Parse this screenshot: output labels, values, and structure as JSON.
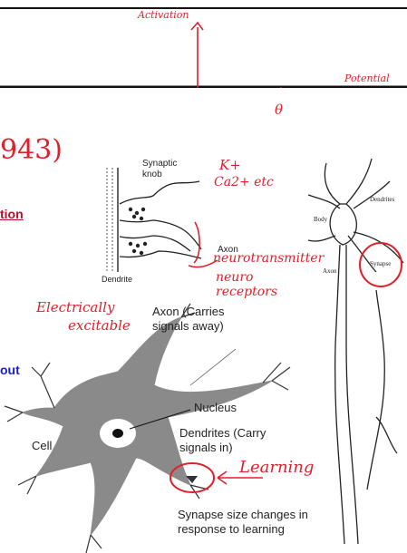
{
  "top_panel": {
    "y_axis_label": "Activation",
    "x_axis_label": "Potential",
    "origin_label": "θ"
  },
  "main": {
    "year_fragment": "943)",
    "left_title_fragment": "tion",
    "left_out_fragment": "out",
    "colors": {
      "ink": "#e0202a",
      "link": "#1a1adb",
      "neuron": "#8a8a8a"
    }
  },
  "synapse_diagram": {
    "synaptic_knob": "Synaptic\nknob",
    "axon": "Axon",
    "dendrite": "Dendrite",
    "ann_k": "K+",
    "ann_ca": "Ca2+ etc",
    "ann_nt": "neurotransmitter",
    "ann_nr": "neuro receptors"
  },
  "neuron_sketch": {
    "dendrites": "Dendrites",
    "body": "Body",
    "axon": "Axon",
    "synapse": "Synapse"
  },
  "neuron_diagram": {
    "electrically": "Electrically",
    "excitable": "excitable",
    "axon_label": "Axon (Carries\nsignals away)",
    "nucleus": "Nucleus",
    "cell": "Cell",
    "dendrites_label": "Dendrites (Carry\nsignals in)",
    "learning": "Learning",
    "synapse_caption": "Synapse size changes in\nresponse to learning"
  }
}
